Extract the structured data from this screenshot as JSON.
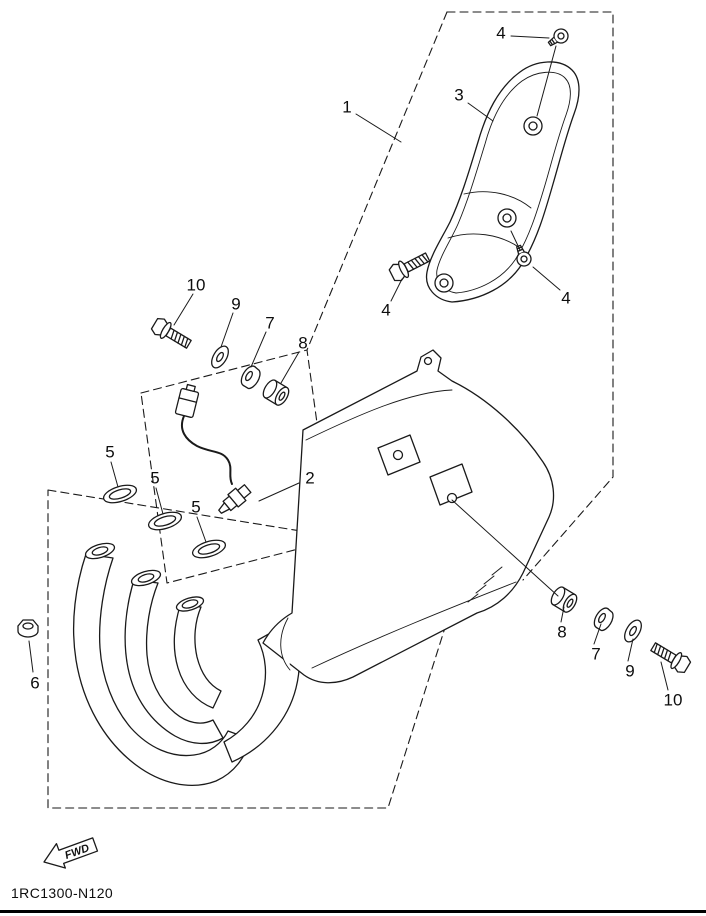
{
  "diagram": {
    "part_code": "1RC1300-N120",
    "fwd_label": "FWD",
    "subject": "exhaust-exploded-parts-diagram"
  },
  "colors": {
    "ink": "#1a1a1a",
    "background": "#ffffff"
  },
  "callouts": [
    {
      "label": "1"
    },
    {
      "label": "4"
    },
    {
      "label": "3"
    },
    {
      "label": "4"
    },
    {
      "label": "4"
    },
    {
      "label": "10"
    },
    {
      "label": "9"
    },
    {
      "label": "7"
    },
    {
      "label": "8"
    },
    {
      "label": "5"
    },
    {
      "label": "5"
    },
    {
      "label": "5"
    },
    {
      "label": "2"
    },
    {
      "label": "6"
    },
    {
      "label": "8"
    },
    {
      "label": "7"
    },
    {
      "label": "9"
    },
    {
      "label": "10"
    }
  ]
}
